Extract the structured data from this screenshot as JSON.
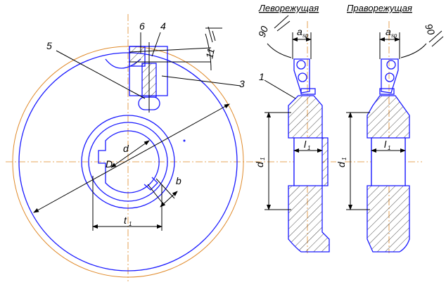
{
  "titles": {
    "left": "Леворежущая",
    "right": "Праворежущая"
  },
  "callouts": {
    "c1": "1",
    "c3": "3",
    "c4": "4",
    "c5": "5",
    "c6": "6"
  },
  "dimensions": {
    "D": "D",
    "d": "d",
    "b": "b",
    "t": "t",
    "t_sub": "1",
    "d1": "d",
    "d1_sub": "1",
    "l": "l",
    "l_sub": "1",
    "a": "a",
    "a_sub": "sp",
    "angle_90": "90",
    "angle_11": "11"
  },
  "colors": {
    "outline": "#1a1aff",
    "centerline": "#e08a2a",
    "dimension": "#000000"
  }
}
